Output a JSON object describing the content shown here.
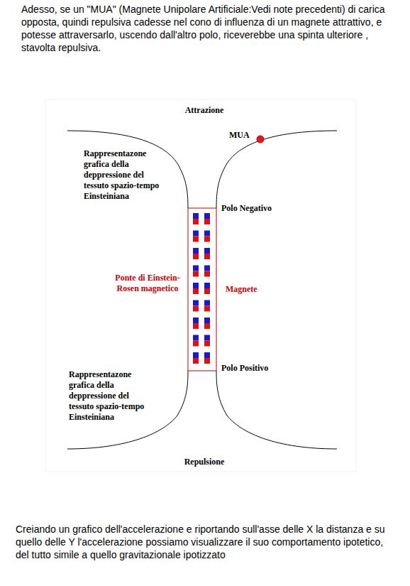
{
  "diagram": {
    "labels": [
      "Adesso, se un \"MUA\" (Magnete Unipolare Artificiale:Vedi note precedenti) di carica opposta, quindi repulsiva cadesse nel cono di influenza di un magnete attrattivo, e potesse attraversarlo, uscendo dall'altro polo, riceverebbe una spinta ulteriore , stavolta repulsiva.",
      "Attrazione",
      "MUA",
      "Rappresentazone grafica della deppressione del tessuto spazio-tempo Einsteiniana",
      "Polo Negativo",
      "Ponte di Einstein-Rosen magnetico",
      "Magnete",
      "Polo Positivo",
      "Rappresentazone grafica della deppressione del tessuto spazio-tempo Einsteiniana",
      "Repulsione",
      "Creiando un grafico dell'accelerazione e riportando sull'asse delle X la distanza e su quello delle Y l'accelerazione possiamo visualizzare il suo comportamento ipotetico, del tutto simile a quello gravitazionale ipotizzato"
    ]
  }
}
